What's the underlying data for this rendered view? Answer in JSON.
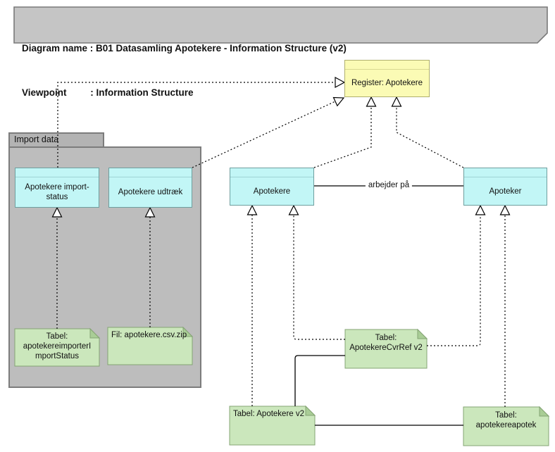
{
  "banner": {
    "line1": "Diagram name : B01 Datasamling Apotekere - Information Structure (v2)",
    "line2": "Viewpoint         : Information Structure"
  },
  "group": {
    "label": "Import data"
  },
  "nodes": {
    "register": "Register: Apotekere",
    "apotekere_import_status": "Apotekere import-\nstatus",
    "apotekere_udtraek": "Apotekere udtræk",
    "apotekere": "Apotekere",
    "apoteker": "Apoteker"
  },
  "notes": {
    "tabel_apotekereimporter": "Tabel:\napotekereimporterI\nmportStatus",
    "fil_apotekere_csv": "Fil: apotekere.csv.zip",
    "tabel_apotekerecvrref": "Tabel:\nApotekereCvrRef v2",
    "tabel_apotekere_v2": "Tabel: Apotekere v2",
    "tabel_apotekereapotek": "Tabel:\napotekereapotek"
  },
  "relations": {
    "arbejder_paa": "arbejder på"
  },
  "colors": {
    "banner-fill": "#C5C5C5",
    "banner-border": "#7A7A7A",
    "group-fill": "#BDBDBD",
    "group-tab-fill": "#B3B3B3",
    "group-border": "#7C7C7C",
    "node-fill": "#C2F6F6",
    "node-border": "#6F9F9F",
    "register-fill": "#FBFBB5",
    "register-border": "#AFAF6E",
    "note-fill": "#CBE7BC",
    "note-border": "#84A474",
    "note-fold": "#A9CD96",
    "line": "#000000"
  }
}
